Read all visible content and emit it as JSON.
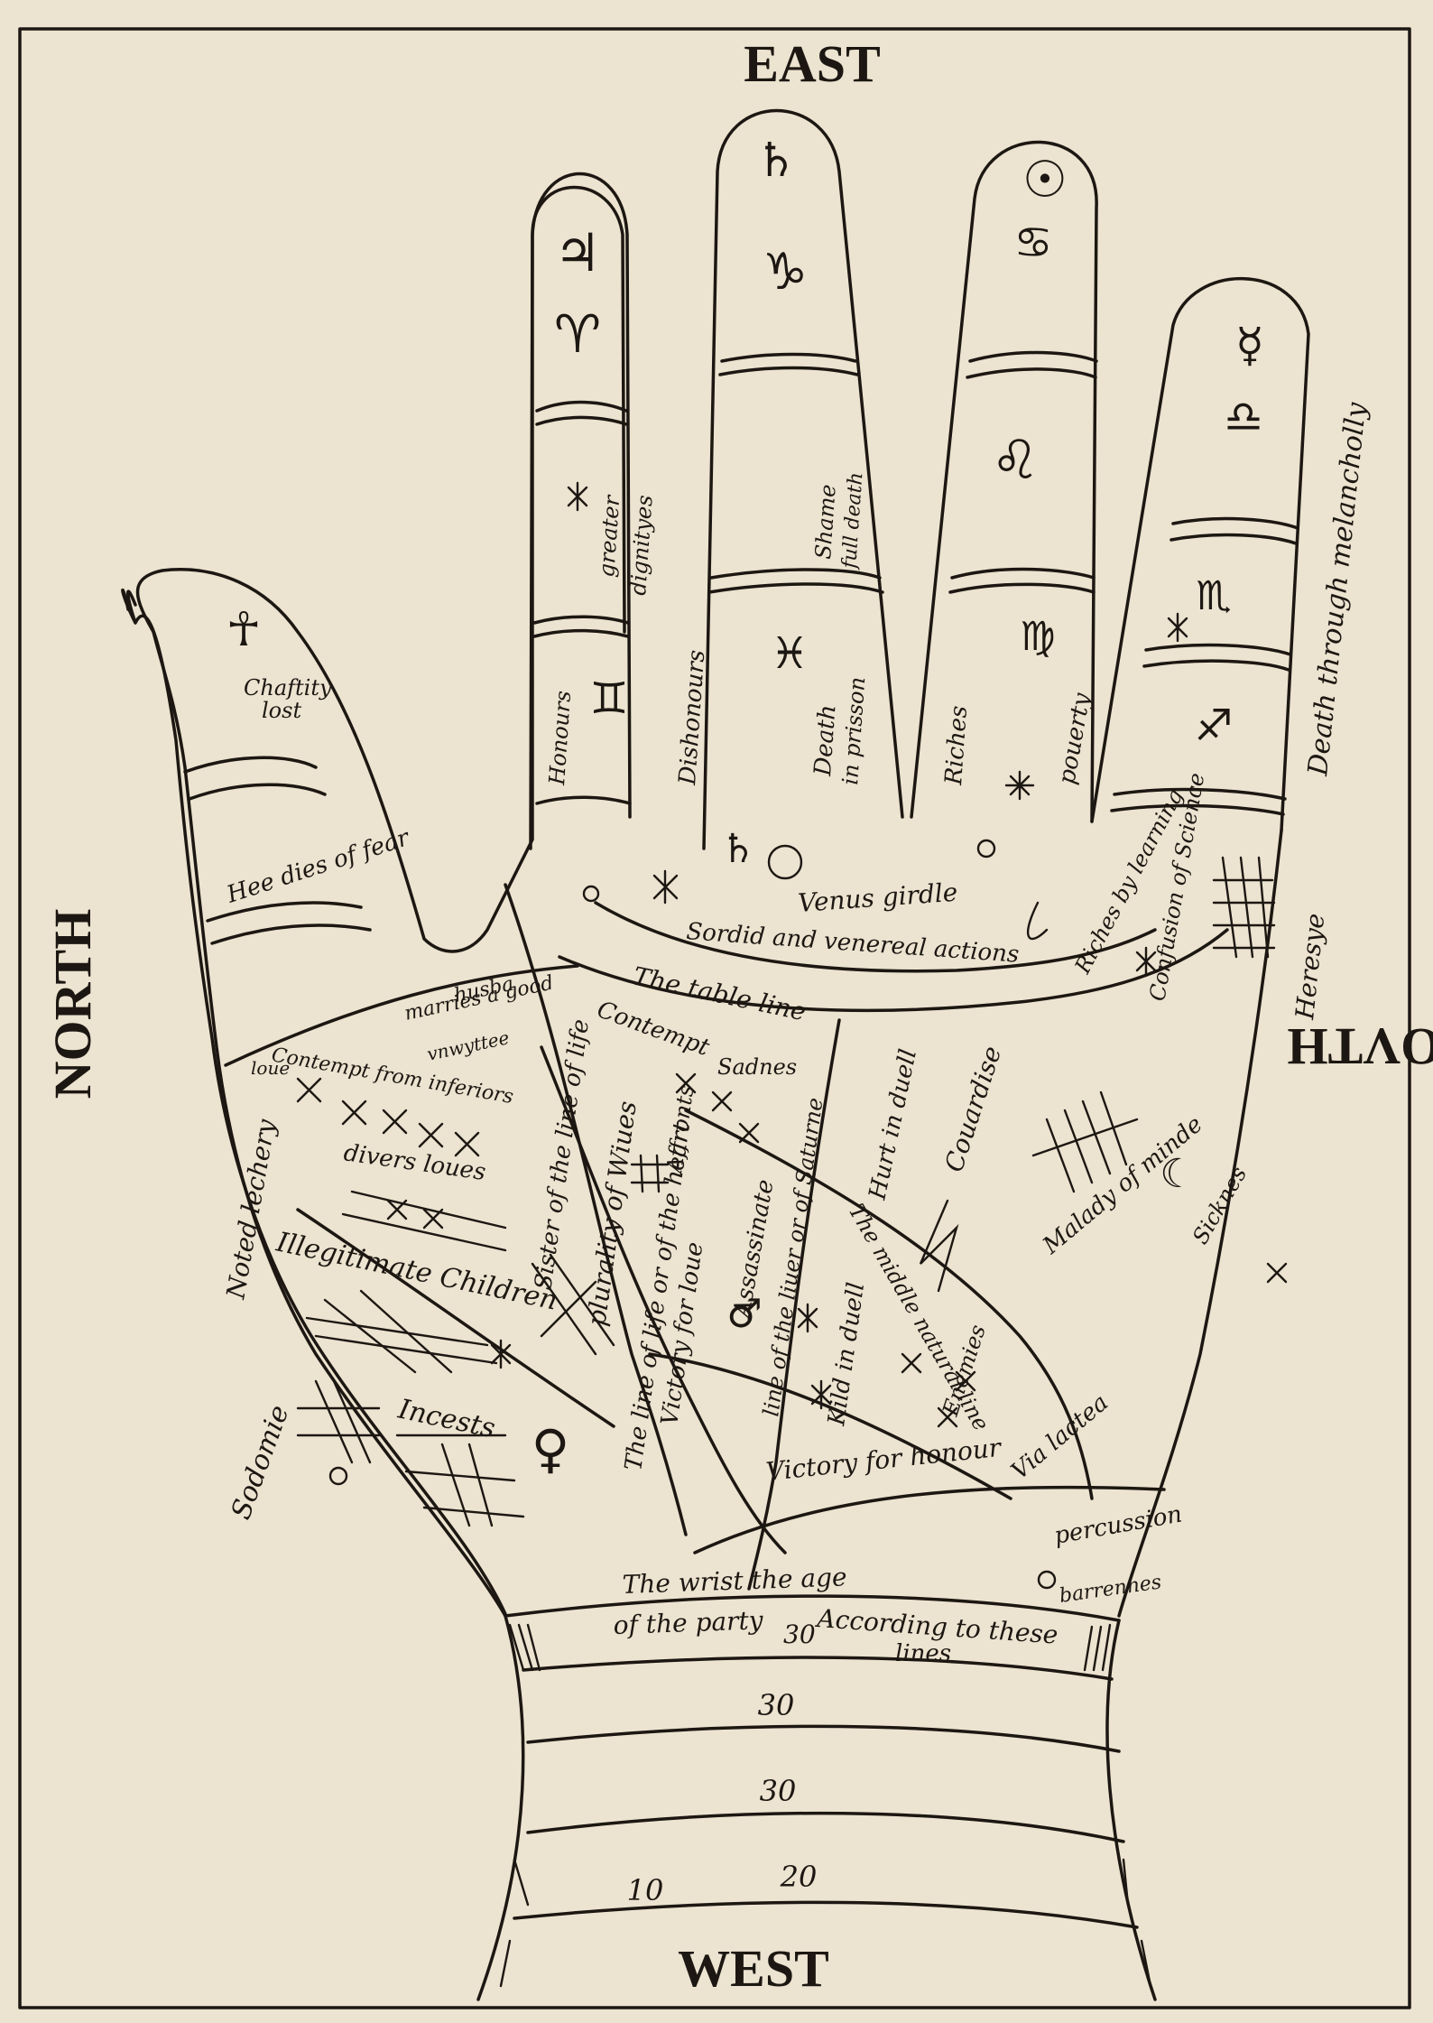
{
  "directions": {
    "east": "EAST",
    "north": "NORTH",
    "south": "SOVTH",
    "west": "WEST"
  },
  "labels": {
    "chastity": "Chaftity",
    "chastity_lost": "lost",
    "dies_fear": "Hee dies of fear",
    "husband": "husba",
    "married_good": "marries a good",
    "unwitte": "vnwyttee",
    "contempt_inferiors": "Contempt from inferiors",
    "loue": "loue",
    "noted_lechery": "Noted lechery",
    "divers_loues": "divers loues",
    "illegitimate": "Illegitimate Children",
    "sodomie": "Sodomie",
    "incests": "Incests",
    "sister_line": "Sister of the line of life",
    "plurality_wives": "plurality of Wiues",
    "line_of_life": "The line of life or of the heart",
    "affronts": "Affronts",
    "victory_loue": "Victory for loue",
    "assassinate": "Assassinate",
    "liver_line": "line of the liuer or of Saturne",
    "kild_duell": "Kild in duell",
    "hurt_duell": "Hurt in duell",
    "cowardise": "Couardise",
    "middle_line": "The middle natural line",
    "enemies": "Enemies",
    "victory_honour": "Victory for honour",
    "malady_minde": "Malady of minde",
    "sicknes": "Sicknes",
    "via_lactea": "Via lactea",
    "percussion": "percussion",
    "barrennes": "barrennes",
    "table_line": "The table line",
    "contempt": "Contempt",
    "sadnes": "Sadnes",
    "venus_girdle": "Venus girdle",
    "sordid": "Sordid and venereal actions",
    "riches_learning": "Riches by learning",
    "confusion_science": "Confusion of Science",
    "heresye": "Heresye",
    "honours": "Honours",
    "greater_dignityes": "greater",
    "dignityes": "dignityes",
    "dishonours": "Dishonours",
    "shame_death": "Shame",
    "full_death": "full death",
    "death_prison": "Death",
    "in_prison": "in prisson",
    "riches": "Riches",
    "poverty": "pouerty",
    "death_melancholy": "Death through melancholly",
    "wrist_age": "The wrist the age",
    "of_party": "of the party",
    "thirty_a": "30",
    "according": "According to these",
    "lines": "lines",
    "thirty_b": "30",
    "thirty_c": "30",
    "ten": "10",
    "twenty": "20"
  },
  "symbols": {
    "jupiter": "♃",
    "aries": "♈",
    "saturn": "♄",
    "capricorn": "♑",
    "sun": "☉",
    "cancer": "♋",
    "leo": "♌",
    "mercury": "☿",
    "libra": "♎",
    "gemini": "♊",
    "pisces": "♓",
    "virgo": "♍",
    "scorpio": "♏",
    "sagittarius": "♐",
    "venus": "♀",
    "ankh": "☥",
    "saturn_base": "♄",
    "mars": "♂",
    "moon": "☾"
  }
}
